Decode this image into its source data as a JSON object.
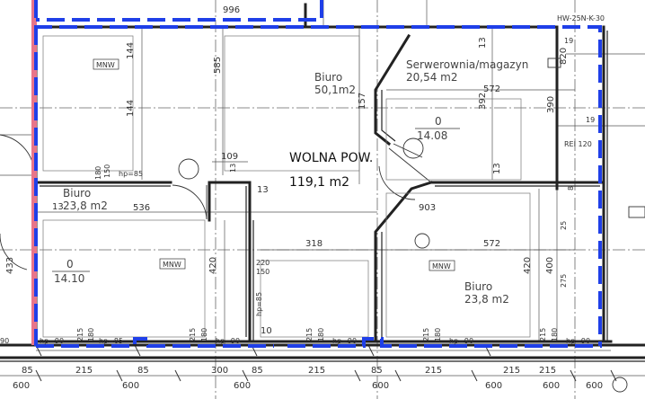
{
  "rooms": {
    "biuro_top_name": "Biuro",
    "biuro_top_area": "50,1m2",
    "serwerownia_name": "Serwerownia/magazyn",
    "serwerownia_area": "20,54 m2",
    "wolna_name": "WOLNA POW.",
    "wolna_area": "119,1 m2",
    "biuro_left_name": "Biuro",
    "biuro_left_area": "23,8 m2",
    "biuro_right_name": "Biuro",
    "biuro_right_area": "23,8 m2"
  },
  "markers": {
    "left_o": "0",
    "left_value": "14.10",
    "right_o": "0",
    "right_value": "14.08",
    "mnw": "MNW",
    "rei": "REI 120",
    "hw_tag": "HW-25N-K-30"
  },
  "dimensions": {
    "d996": "996",
    "d144a": "144",
    "d144b": "144",
    "d585": "585",
    "d157": "157",
    "d392": "392",
    "d390": "390",
    "d572a": "572",
    "d13a": "13",
    "d820": "820",
    "d19a": "19",
    "d19b": "19",
    "d109": "109",
    "d13b": "13",
    "d13c": "13",
    "d13d": "13",
    "d13e": "13",
    "d903": "903",
    "d536": "536",
    "d180a": "180",
    "d150a": "150",
    "hp85a": "hp=85",
    "d433": "433",
    "d318": "318",
    "d572b": "572",
    "d420a": "420",
    "d220": "220",
    "d150b": "150",
    "hp85b": "hp=85",
    "d420b": "420",
    "d400": "400",
    "d275": "275",
    "d10": "10",
    "d25": "25",
    "d8": "8",
    "b90a": "90",
    "hp90a": "hp=90",
    "b215a": "215",
    "b180a": "180",
    "hp85c": "hp=85",
    "b215b": "215",
    "b180b": "180",
    "hp90b": "hp=90",
    "b215c": "215",
    "b180c": "180",
    "hp90c": "hp=90",
    "b215d": "215",
    "b180d": "180",
    "hp90d": "hp=90",
    "b215e": "215",
    "b180e": "180",
    "hp90e": "hp=90",
    "r85a": "85",
    "r215a": "215",
    "r85b": "85",
    "r300": "300",
    "r85c": "85",
    "r215b": "215",
    "r215c": "215",
    "r85d": "85",
    "r215d": "215",
    "r215e": "215",
    "r600a": "600",
    "r600b": "600",
    "r600c": "600",
    "r600d": "600",
    "r600e": "600",
    "r600f": "600",
    "r600g": "600"
  },
  "colors": {
    "boundary": "#1f3fe8",
    "pink": "#e8758a",
    "wall": "#222222",
    "thin": "#555555"
  }
}
